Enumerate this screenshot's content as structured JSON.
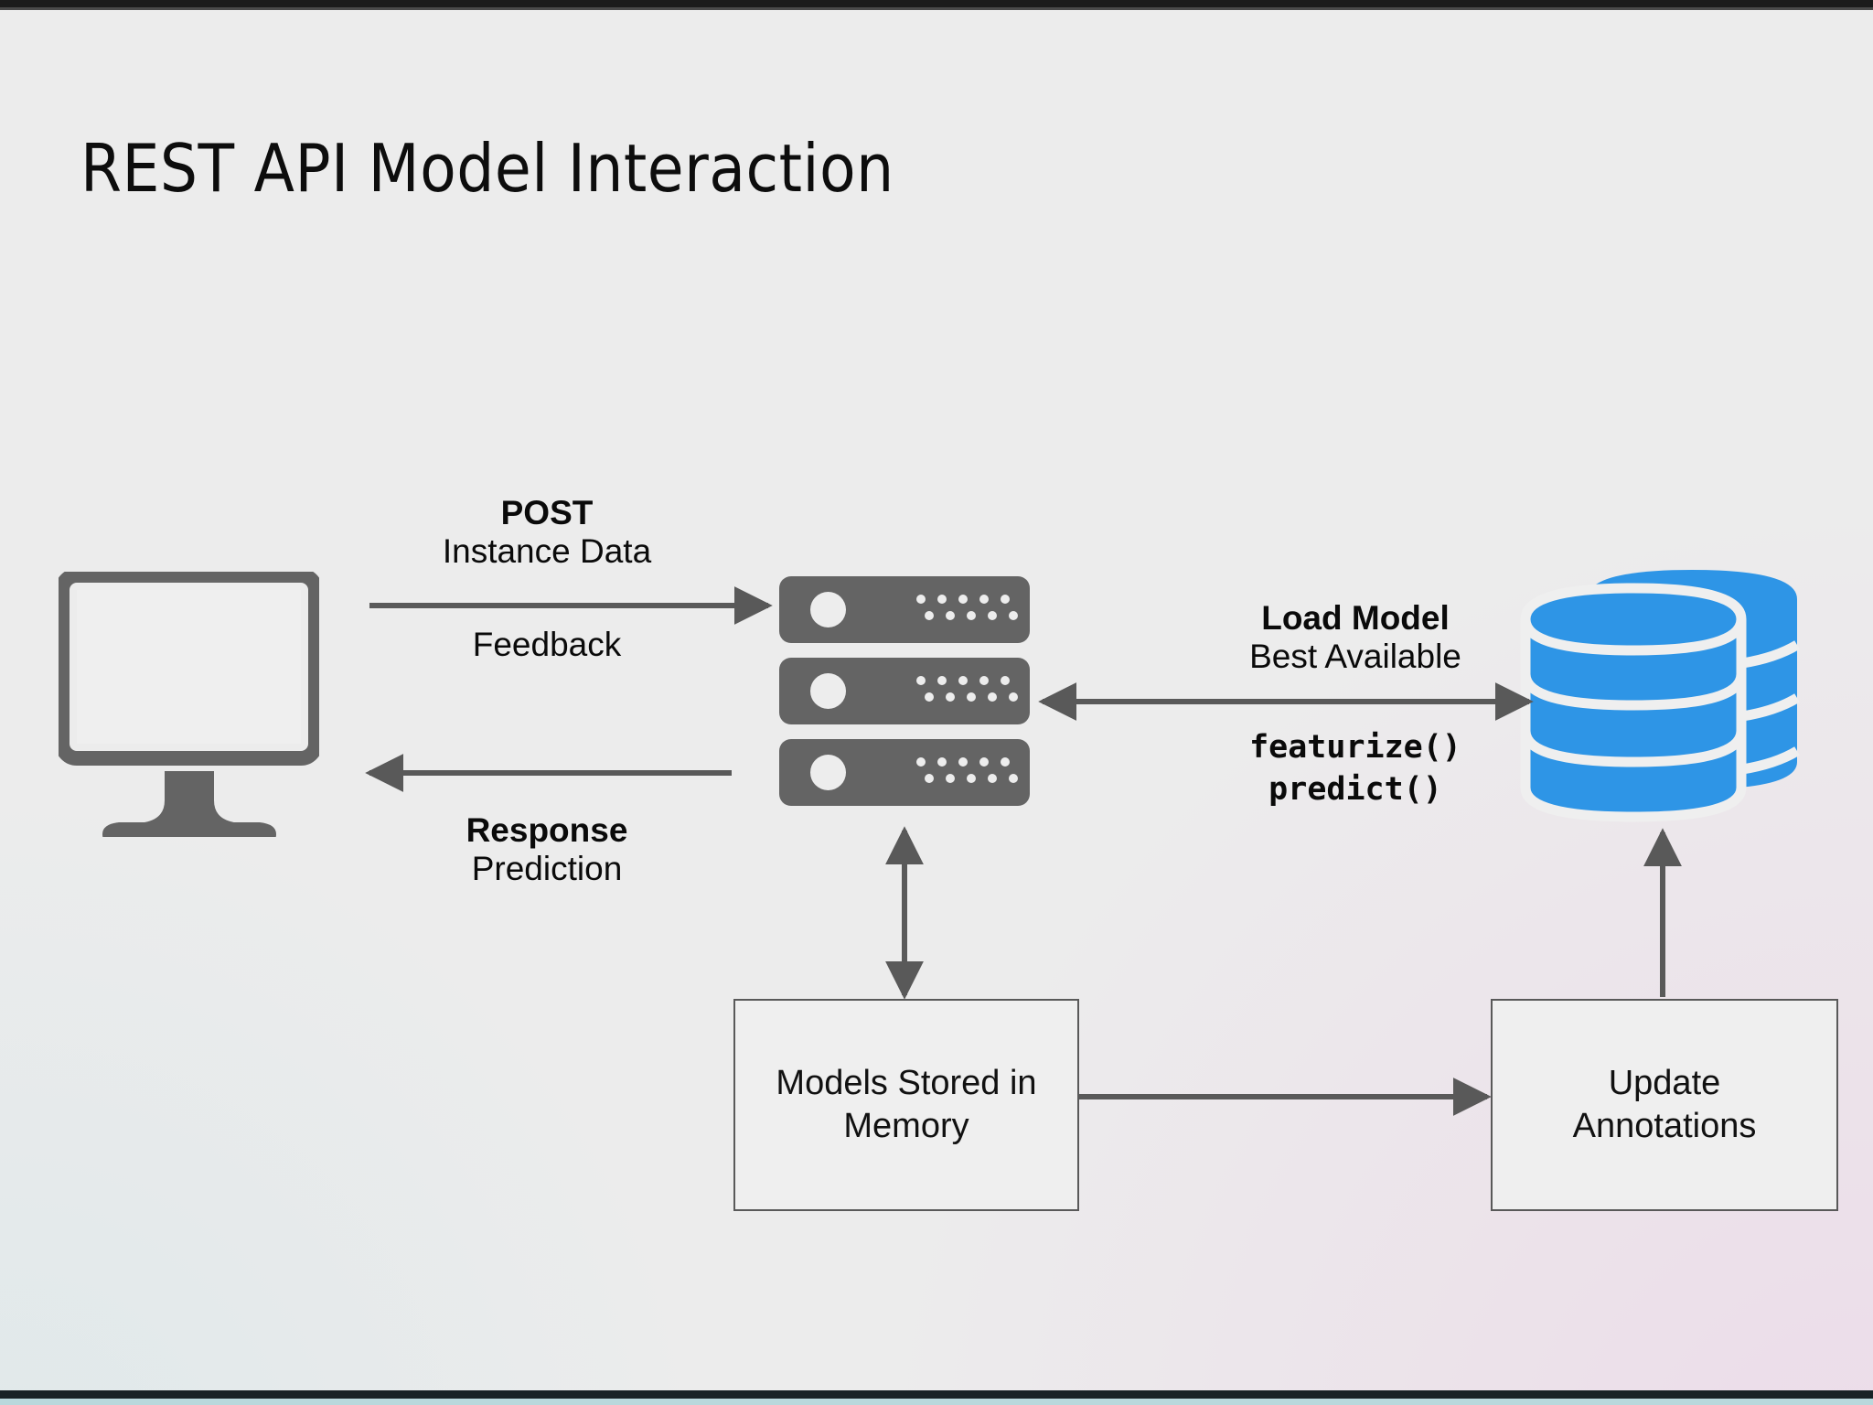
{
  "slide": {
    "title": "REST API Model Interaction",
    "background_color": "#ececec",
    "accent_blue": "#2e95e6",
    "icon_gray": "#646464",
    "line_gray": "#595959"
  },
  "nodes": {
    "client": {
      "icon": "monitor-icon",
      "label": ""
    },
    "server": {
      "icon": "server-rack-icon",
      "label": ""
    },
    "database": {
      "icon": "database-cylinder-icon",
      "label": ""
    },
    "models_box": {
      "line1": "Models Stored in",
      "line2": "Memory"
    },
    "annotations_box": {
      "line1": "Update",
      "line2": "Annotations"
    }
  },
  "edges": {
    "client_to_server": {
      "primary": "POST",
      "secondary": "Instance Data",
      "below": "Feedback",
      "direction": "right"
    },
    "server_to_client": {
      "primary": "Response",
      "secondary": "Prediction",
      "direction": "left"
    },
    "server_to_database": {
      "primary": "Load Model",
      "secondary": "Best Available",
      "call1": "featurize()",
      "call2": "predict()",
      "direction": "both"
    },
    "server_to_models": {
      "direction": "both"
    },
    "models_to_annotations": {
      "direction": "right"
    },
    "annotations_to_database": {
      "direction": "up"
    }
  }
}
